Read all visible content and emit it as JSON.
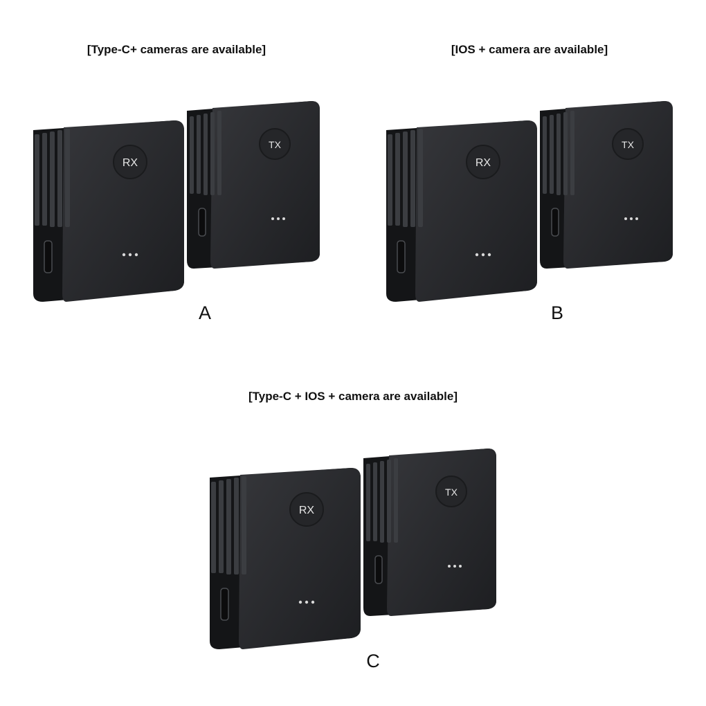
{
  "captions": {
    "a": "[Type-C+ cameras are available]",
    "b": "[IOS + camera are available]",
    "c": "[Type-C + IOS + camera are available]"
  },
  "letters": {
    "a": "A",
    "b": "B",
    "c": "C"
  },
  "device_labels": {
    "receiver": "RX",
    "transmitter": "TX"
  },
  "colors": {
    "body": "#2a2b2e",
    "body_dark": "#141517",
    "fins": "#3b3d41",
    "label": "#e6e6e6",
    "background": "#ffffff"
  }
}
